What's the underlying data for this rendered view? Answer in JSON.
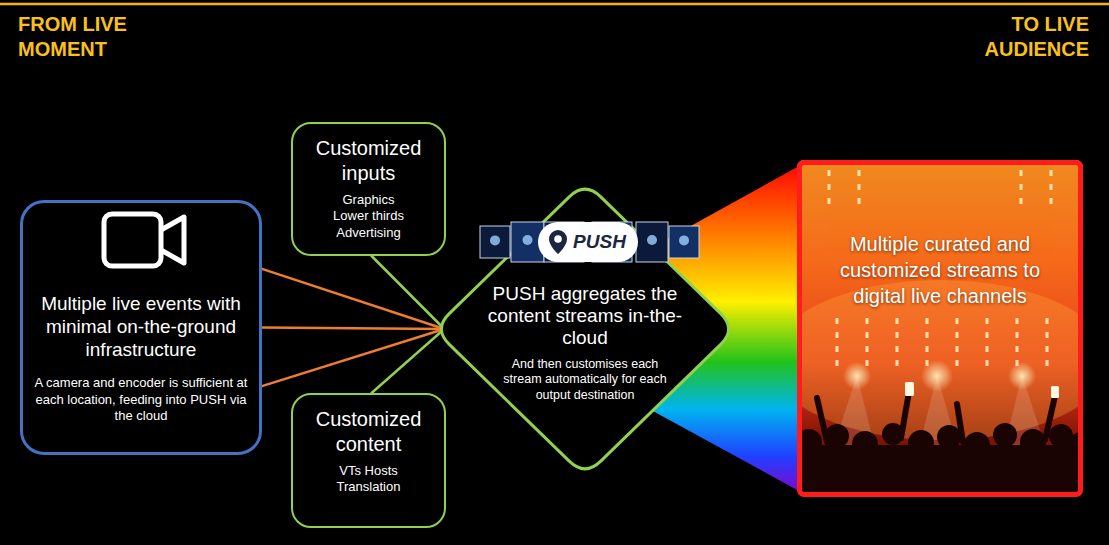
{
  "diagram": {
    "nodes": [
      {
        "text": [
          "Multiple live events with minimal on-the-ground infrastructure",
          "A camera and encoder is sufficient at each location, feeding into PUSH via the cloud"
        ]
      },
      {
        "text": [
          "Customized inputs",
          "Graphics Lower thirds Advertising"
        ]
      },
      {
        "text": [
          "Customized content",
          "VTs Hosts Translation"
        ]
      },
      {
        "text": [
          "PUSH aggregates the content streams in-the-cloud",
          "And then customises each stream automatically for each output destination"
        ]
      },
      {
        "text": [
          "Multiple curated and customized streams to digital live channels"
        ]
      }
    ],
    "edges": [
      {
        "from": 0,
        "to": 3,
        "arrow": "none"
      },
      {
        "from": 0,
        "to": 3,
        "arrow": "none"
      },
      {
        "from": 0,
        "to": 3,
        "arrow": "none"
      },
      {
        "from": 1,
        "to": 3,
        "arrow": "none"
      },
      {
        "from": 2,
        "to": 3,
        "arrow": "none"
      },
      {
        "from": 3,
        "to": 4,
        "arrow": "none"
      }
    ],
    "labels": [
      "FROM LIVE MOMENT",
      "TO LIVE AUDIENCE",
      "PUSH"
    ]
  }
}
